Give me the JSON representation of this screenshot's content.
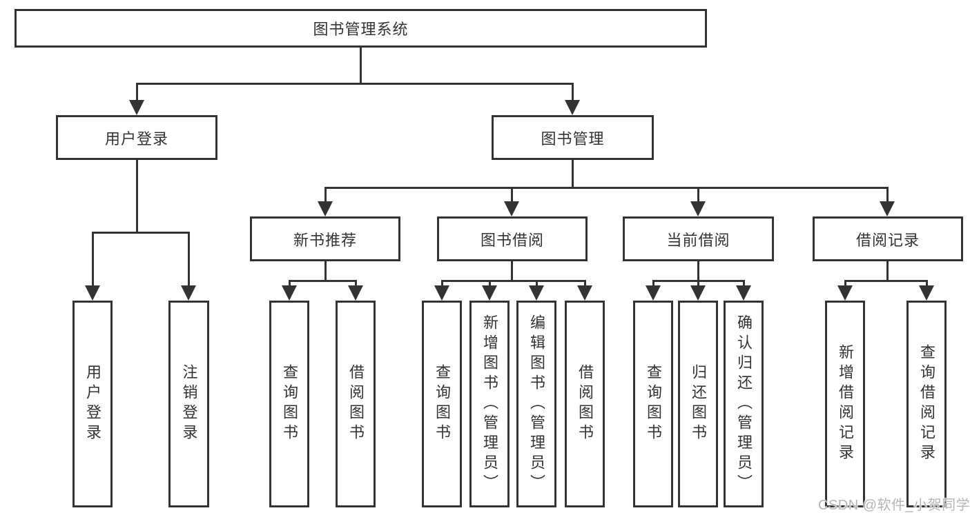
{
  "colors": {
    "line": "#333333",
    "text": "#333333",
    "watermark": "#b5b5b5",
    "background": "#ffffff"
  },
  "nodes": {
    "root": {
      "label": "图书管理系统"
    },
    "level2": [
      {
        "label": "用户登录"
      },
      {
        "label": "图书管理"
      }
    ],
    "level3": [
      {
        "label": "新书推荐"
      },
      {
        "label": "图书借阅"
      },
      {
        "label": "当前借阅"
      },
      {
        "label": "借阅记录"
      }
    ],
    "user_login_children": [
      {
        "label": "用户登录"
      },
      {
        "label": "注销登录"
      }
    ],
    "new_book_children": [
      {
        "label": "查询图书"
      },
      {
        "label": "借阅图书"
      }
    ],
    "book_borrow_children": [
      {
        "label": "查询图书"
      },
      {
        "label": "新增图书（管理员）"
      },
      {
        "label": "编辑图书（管理员）"
      },
      {
        "label": "借阅图书"
      }
    ],
    "current_borrow_children": [
      {
        "label": "查询图书"
      },
      {
        "label": "归还图书"
      },
      {
        "label": "确认归还（管理员）"
      }
    ],
    "borrow_record_children": [
      {
        "label": "新增借阅记录"
      },
      {
        "label": "查询借阅记录"
      }
    ]
  },
  "watermark": {
    "text": "CSDN @软件_小贺同学"
  }
}
